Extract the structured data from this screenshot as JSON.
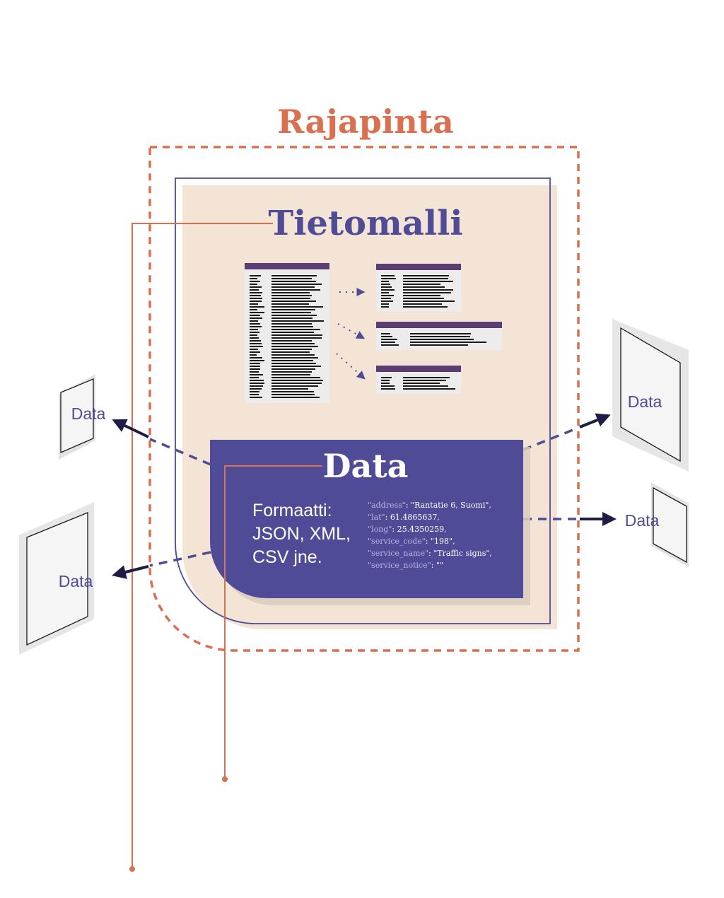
{
  "colors": {
    "orange": "#d9704f",
    "purple": "#4f4b96",
    "purple_dark": "#5a3d73",
    "beige": "#f3e4d6",
    "navy": "#1f1d45",
    "device_fill": "#f4f4f4",
    "device_shadow": "#e6e6e6",
    "doc_fill": "#ececec",
    "doc_line": "#1a1a1a",
    "json_key": "#b9b6e3",
    "json_value": "#ffffff"
  },
  "labels": {
    "interface_title": "Rajapinta",
    "model_title": "Tietomalli",
    "data_title": "Data",
    "format_lines": [
      "Formaatti:",
      "JSON, XML,",
      "CSV jne."
    ]
  },
  "json_sample": [
    {
      "key": "\"address\"",
      "value": "\"Rantatie 6, Suomi\","
    },
    {
      "key": "\"lat\"",
      "value": "61.4865637,"
    },
    {
      "key": "\"long\"",
      "value": "25.4350259,"
    },
    {
      "key": "\"service_code\"",
      "value": "\"198\","
    },
    {
      "key": "\"service_name\"",
      "value": "\"Traffic signs\","
    },
    {
      "key": "\"service_notice\"",
      "value": "\"\""
    }
  ],
  "devices": [
    {
      "label": "Data"
    },
    {
      "label": "Data"
    },
    {
      "label": "Data"
    },
    {
      "label": "Data"
    }
  ]
}
